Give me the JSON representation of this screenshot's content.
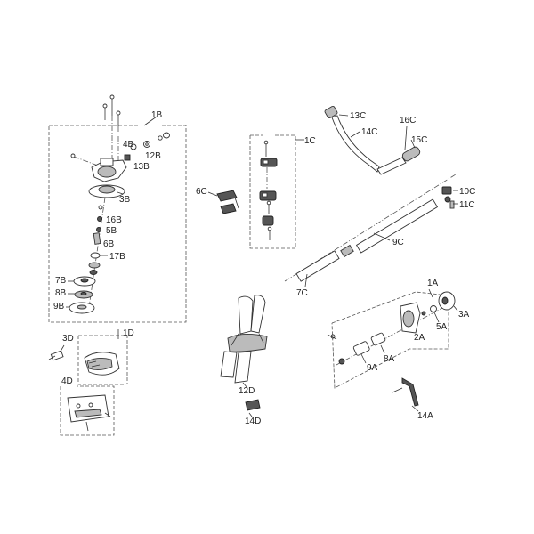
{
  "diagram": {
    "labels": {
      "l1B": "1B",
      "l4B": "4B",
      "l12B": "12B",
      "l13B": "13B",
      "l3B": "3B",
      "l16B": "16B",
      "l5B": "5B",
      "l6B": "6B",
      "l17B": "17B",
      "l7B": "7B",
      "l8B": "8B",
      "l9B": "9B",
      "l1C": "1C",
      "l6C": "6C",
      "l13C": "13C",
      "l14C": "14C",
      "l16C": "16C",
      "l15C": "15C",
      "l10C": "10C",
      "l11C": "11C",
      "l9C": "9C",
      "l7C": "7C",
      "l1A": "1A",
      "l3A": "3A",
      "l5A": "5A",
      "l2A": "2A",
      "l8A": "8A",
      "l9A": "9A",
      "l14A": "14A",
      "l1D": "1D",
      "l3D": "3D",
      "l4D": "4D",
      "l12D": "12D",
      "l14D": "14D"
    },
    "colors": {
      "line": "#333333",
      "fill_light": "#bbbbbb",
      "fill_dark": "#555555"
    }
  }
}
